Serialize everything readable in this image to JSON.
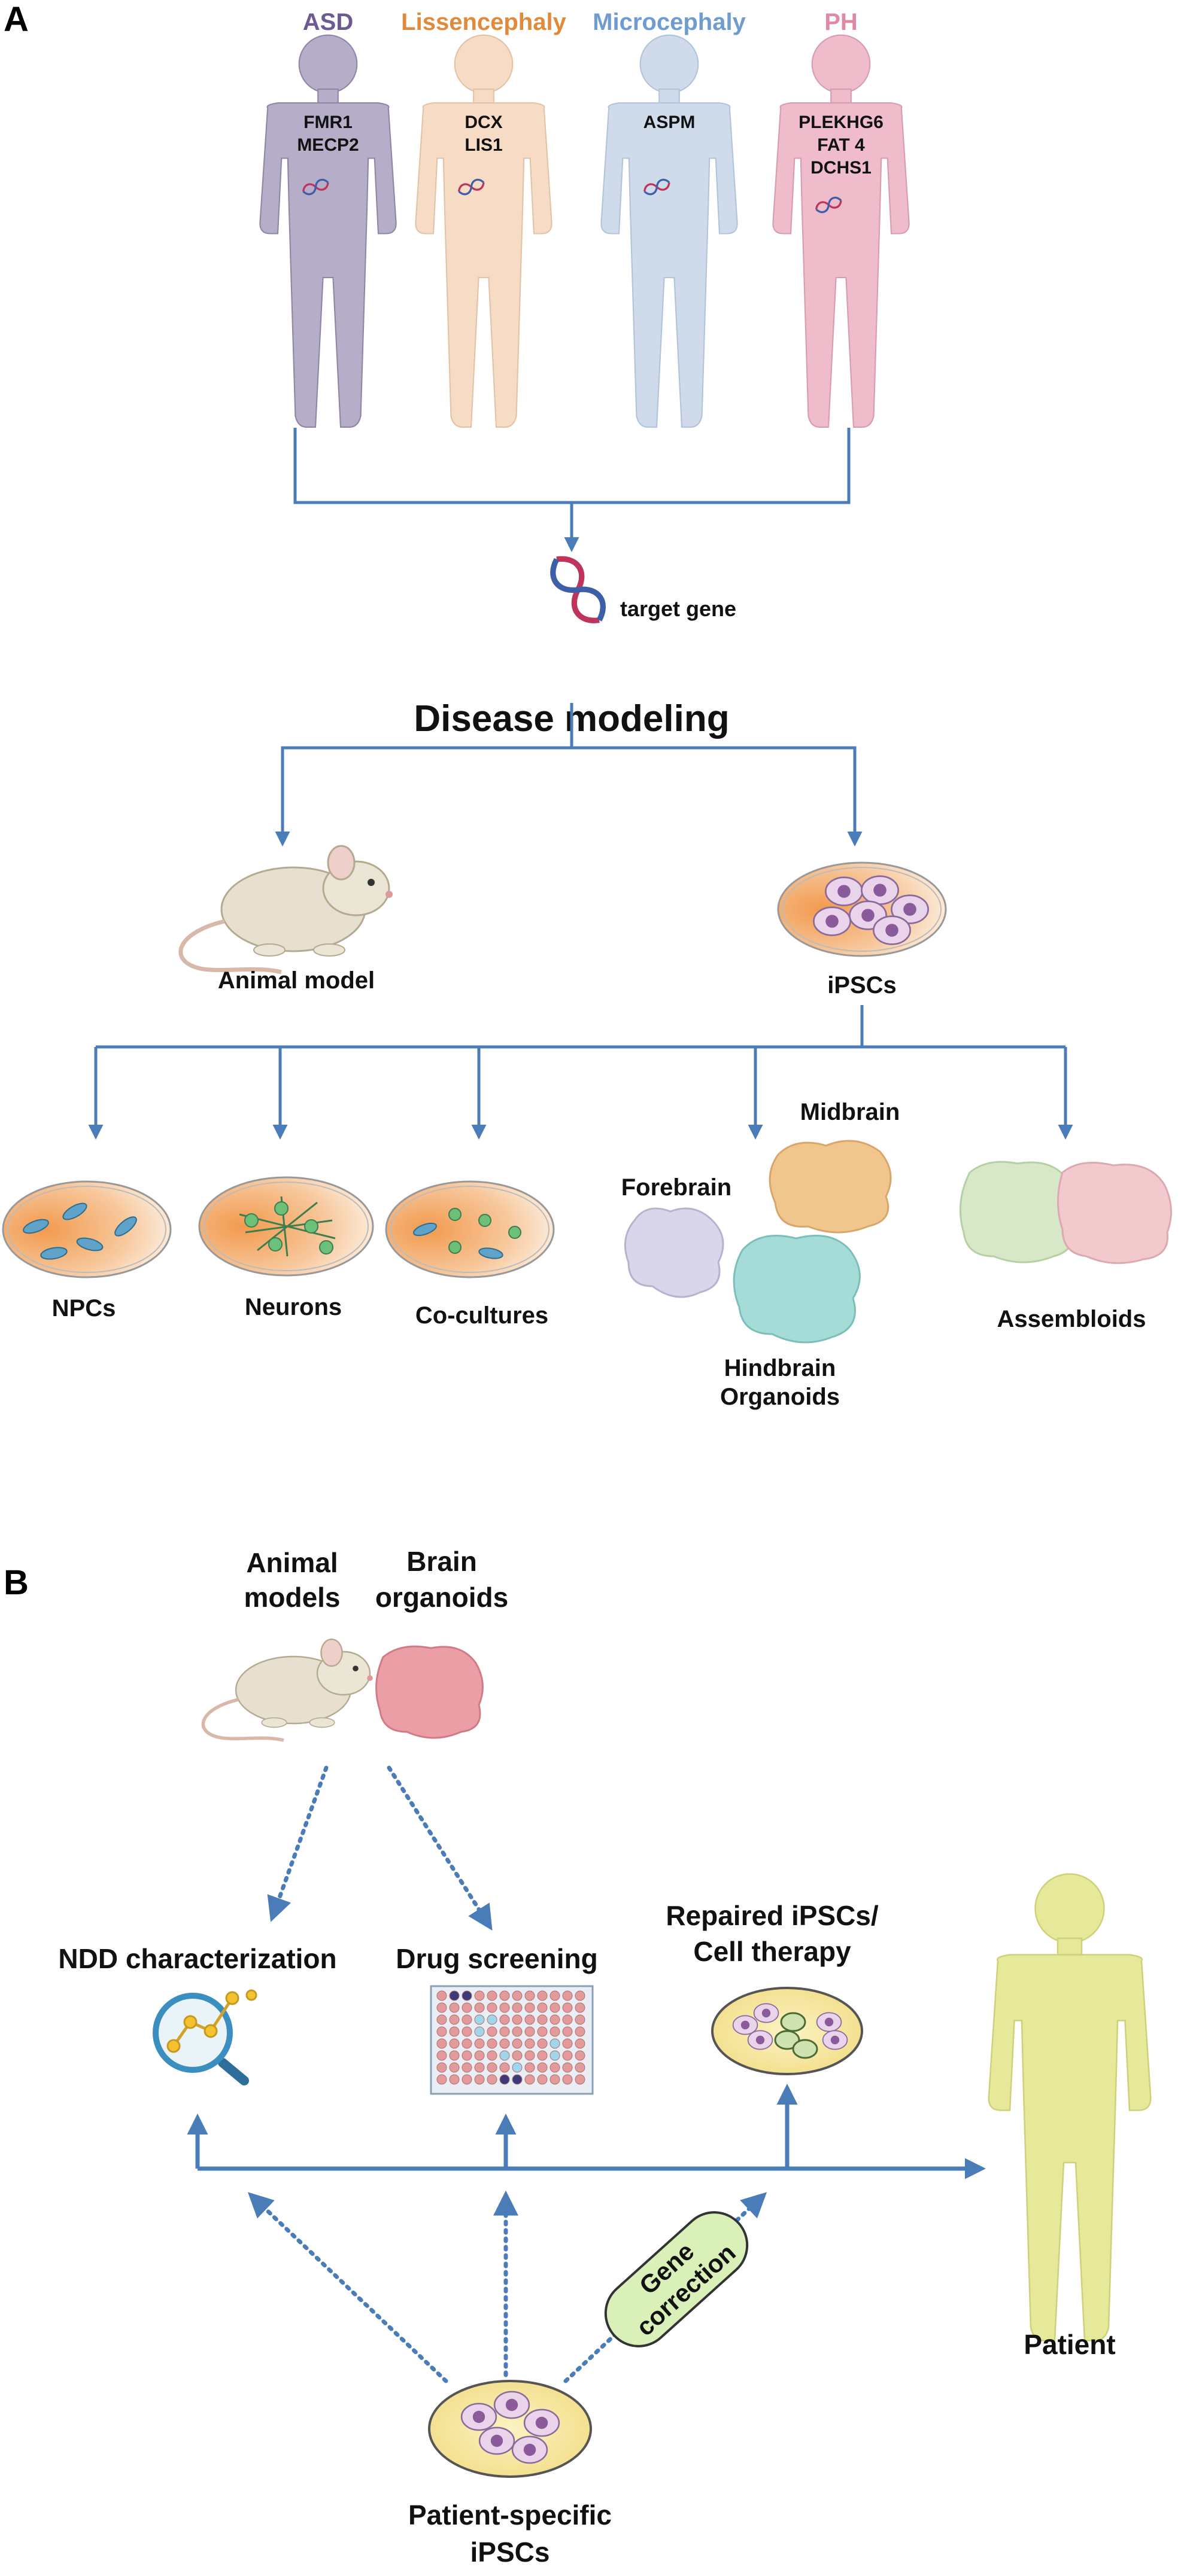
{
  "panel_a": {
    "letter": "A",
    "disorders": [
      {
        "name": "ASD",
        "genes": [
          "FMR1",
          "MECP2"
        ],
        "color": "#6e5a92",
        "body_color": "#b6aec8"
      },
      {
        "name": "Lissencephaly",
        "genes": [
          "DCX",
          "LIS1"
        ],
        "color": "#e08a3c",
        "body_color": "#f6dcc4"
      },
      {
        "name": "Microcephaly",
        "genes": [
          "ASPM"
        ],
        "color": "#6f9ccf",
        "body_color": "#cfdbeb"
      },
      {
        "name": "PH",
        "genes": [
          "PLEKHG6",
          "FAT 4",
          "DCHS1"
        ],
        "color": "#de8aa3",
        "body_color": "#efbccb"
      }
    ],
    "target_gene": "target gene",
    "disease_modeling": "Disease modeling",
    "animal_model": "Animal model",
    "ipscs": "iPSCs",
    "npcs": "NPCs",
    "neurons": "Neurons",
    "cocultures": "Co-cultures",
    "forebrain": "Forebrain",
    "midbrain": "Midbrain",
    "hindbrain_line1": "Hindbrain",
    "hindbrain_line2": "Organoids",
    "assembloids": "Assembloids"
  },
  "panel_b": {
    "letter": "B",
    "animal_models_line1": "Animal",
    "animal_models_line2": "models",
    "brain_organoids_line1": "Brain",
    "brain_organoids_line2": "organoids",
    "ndd": "NDD characterization",
    "drug_screening": "Drug screening",
    "repaired_line1": "Repaired iPSCs/",
    "repaired_line2": "Cell therapy",
    "gene_correction_line1": "Gene",
    "gene_correction_line2": "correction",
    "patient": "Patient",
    "patient_ipscs_line1": "Patient-specific",
    "patient_ipscs_line2": "iPSCs"
  },
  "colors": {
    "arrow": "#4a7cb8",
    "petri_orange": "#f4a45c",
    "patient_body": "#e6e89a",
    "gene_pill": "#d9f0b8"
  }
}
